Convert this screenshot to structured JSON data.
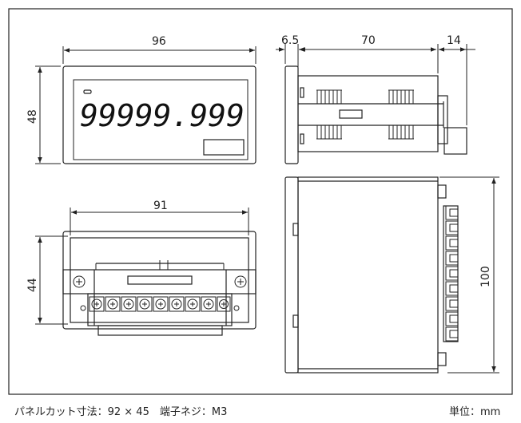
{
  "dimensions": {
    "front_width": "96",
    "front_height": "48",
    "side_bezel": "6.5",
    "side_depth": "70",
    "side_terminal": "14",
    "bottom_width": "91",
    "bottom_height": "44",
    "top_length": "100"
  },
  "display_text": "99999.999",
  "footer": {
    "panel_cut": "パネルカット寸法：92 × 45　端子ネジ：M3",
    "unit": "単位：mm"
  },
  "colors": {
    "line": "#222222",
    "background": "#ffffff"
  }
}
